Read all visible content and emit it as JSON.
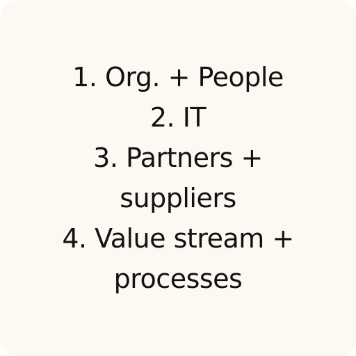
{
  "card": {
    "background": "#fcf9f3",
    "text_color": "#121212",
    "lines": [
      "1. Org. + People",
      "2. IT",
      "3. Partners +",
      "suppliers",
      "4. Value stream +",
      "processes"
    ]
  }
}
